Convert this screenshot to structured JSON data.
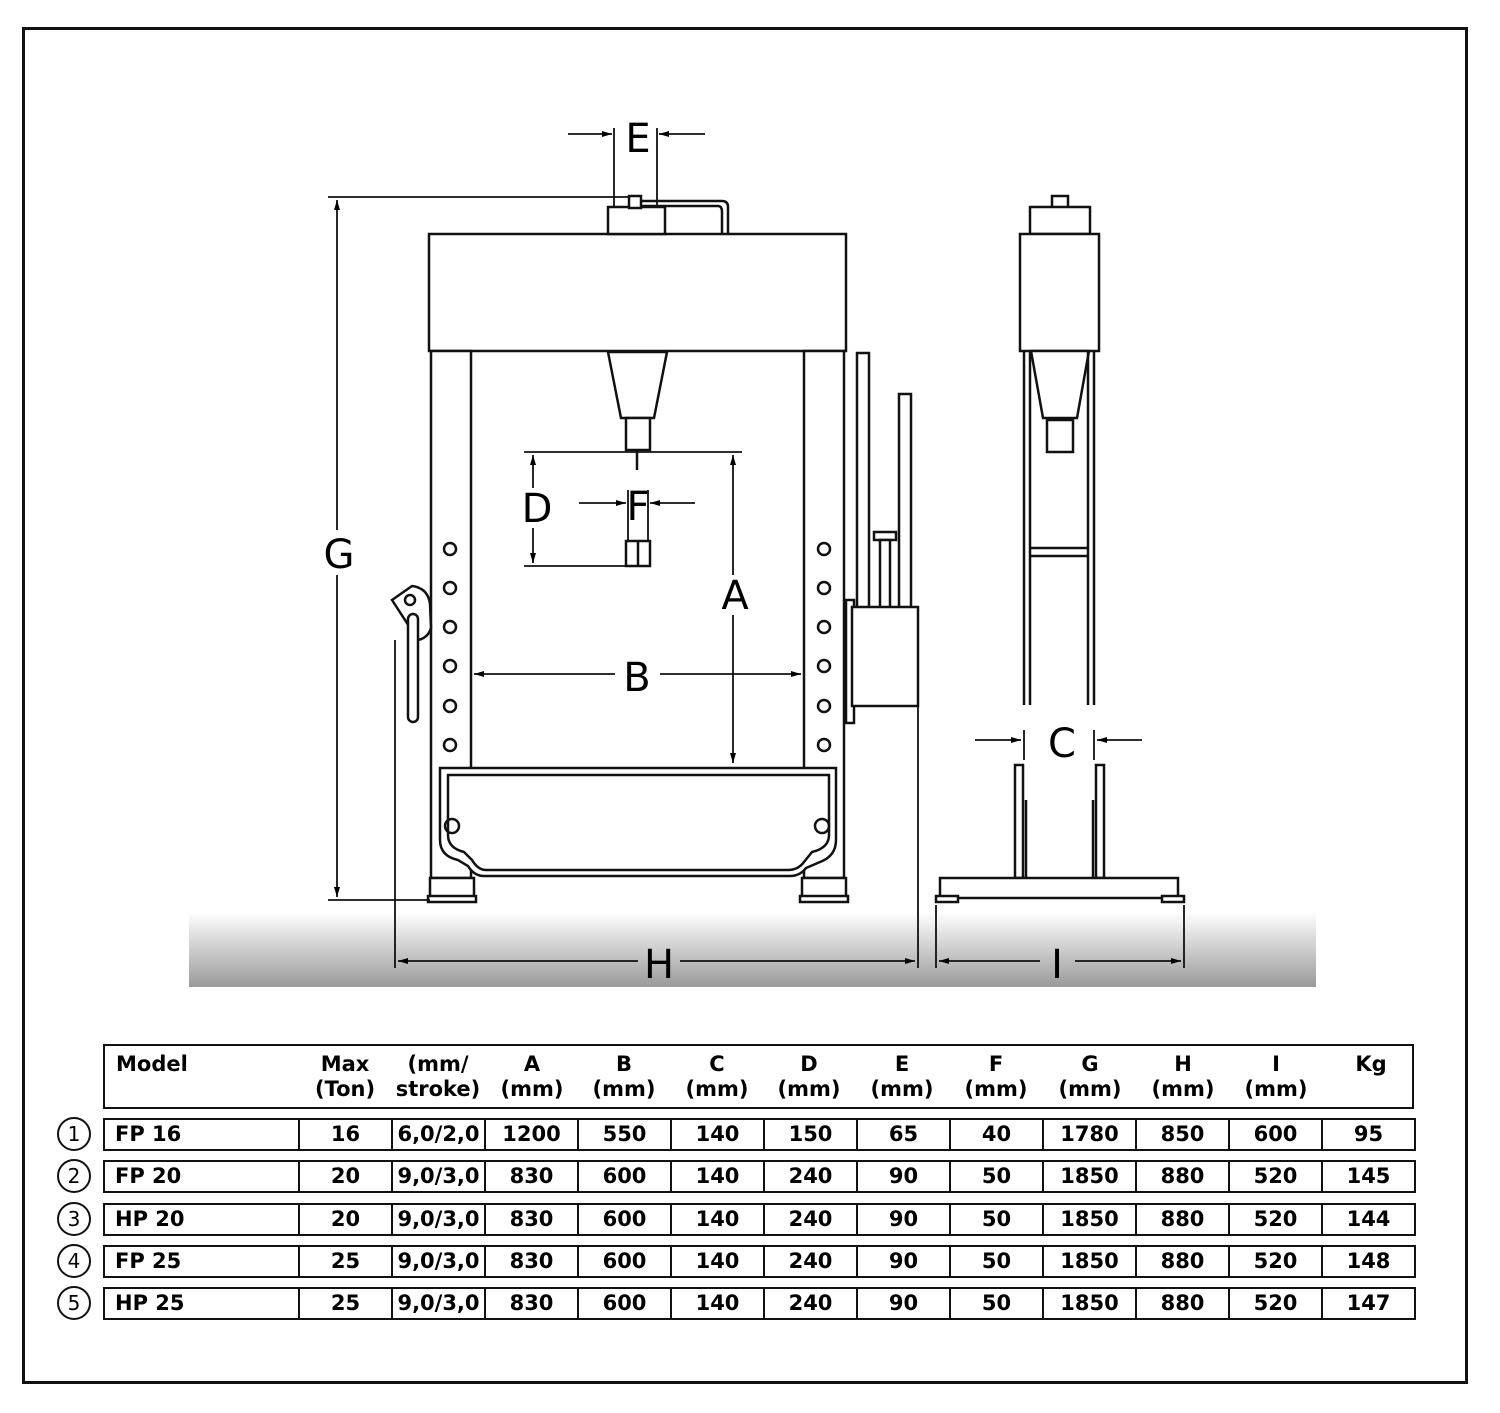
{
  "labels": {
    "A": "A",
    "B": "B",
    "C": "C",
    "D": "D",
    "E": "E",
    "F": "F",
    "G": "G",
    "H": "H",
    "I": "I"
  },
  "table": {
    "headers": [
      {
        "line1": "Model",
        "line2": ""
      },
      {
        "line1": "Max",
        "line2": "(Ton)"
      },
      {
        "line1": "(mm/",
        "line2": "stroke)"
      },
      {
        "line1": "A",
        "line2": "(mm)"
      },
      {
        "line1": "B",
        "line2": "(mm)"
      },
      {
        "line1": "C",
        "line2": "(mm)"
      },
      {
        "line1": "D",
        "line2": "(mm)"
      },
      {
        "line1": "E",
        "line2": "(mm)"
      },
      {
        "line1": "F",
        "line2": "(mm)"
      },
      {
        "line1": "G",
        "line2": "(mm)"
      },
      {
        "line1": "H",
        "line2": "(mm)"
      },
      {
        "line1": "I",
        "line2": "(mm)"
      },
      {
        "line1": "Kg",
        "line2": ""
      }
    ],
    "rows": [
      {
        "num": "1",
        "cells": [
          "FP 16",
          "16",
          "6,0/2,0",
          "1200",
          "550",
          "140",
          "150",
          "65",
          "40",
          "1780",
          "850",
          "600",
          "95"
        ]
      },
      {
        "num": "2",
        "cells": [
          "FP 20",
          "20",
          "9,0/3,0",
          "830",
          "600",
          "140",
          "240",
          "90",
          "50",
          "1850",
          "880",
          "520",
          "145"
        ]
      },
      {
        "num": "3",
        "cells": [
          "HP 20",
          "20",
          "9,0/3,0",
          "830",
          "600",
          "140",
          "240",
          "90",
          "50",
          "1850",
          "880",
          "520",
          "144"
        ]
      },
      {
        "num": "4",
        "cells": [
          "FP 25",
          "25",
          "9,0/3,0",
          "830",
          "600",
          "140",
          "240",
          "90",
          "50",
          "1850",
          "880",
          "520",
          "148"
        ]
      },
      {
        "num": "5",
        "cells": [
          "HP 25",
          "25",
          "9,0/3,0",
          "830",
          "600",
          "140",
          "240",
          "90",
          "50",
          "1850",
          "880",
          "520",
          "147"
        ]
      }
    ]
  }
}
